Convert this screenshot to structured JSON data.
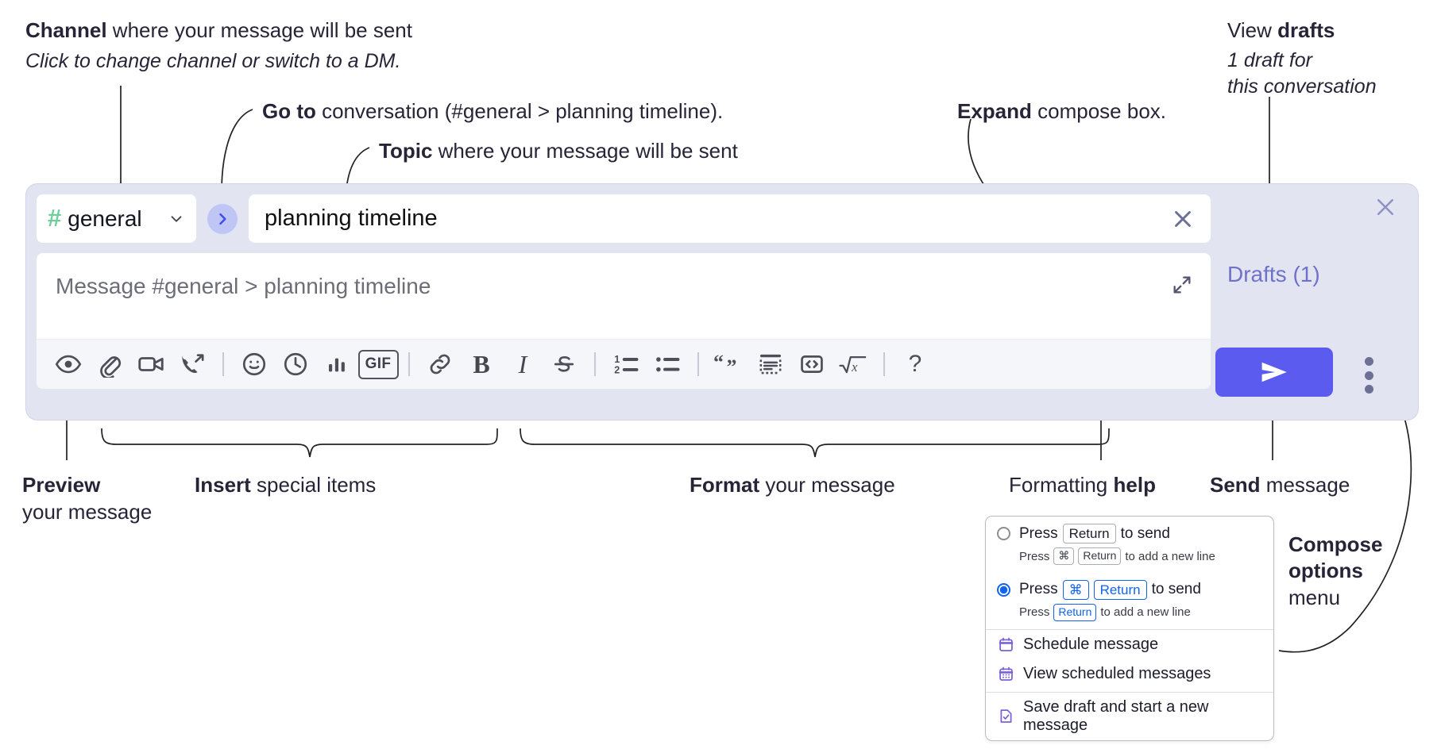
{
  "annotations": {
    "channel": {
      "bold": "Channel",
      "rest": " where your message will be sent",
      "line2": "Click to change channel or switch to a DM."
    },
    "goto": {
      "bold": "Go to",
      "rest": " conversation (#general > planning timeline)."
    },
    "topic": {
      "bold": "Topic",
      "rest": " where your message will be sent"
    },
    "expand": {
      "bold": "Expand",
      "rest": " compose box."
    },
    "drafts": {
      "pre": "View ",
      "bold": "drafts",
      "line2": "1 draft for",
      "line3": "this conversation"
    },
    "preview": {
      "bold": "Preview",
      "rest": "your message"
    },
    "insert": {
      "bold": "Insert",
      "rest": " special items"
    },
    "format": {
      "bold": "Format",
      "rest": " your message"
    },
    "help": {
      "pre": "Formatting ",
      "bold": "help"
    },
    "send": {
      "bold": "Send",
      "rest": " message"
    },
    "compose_options": {
      "bold1": "Compose",
      "bold2": "options",
      "rest": "menu"
    }
  },
  "composer": {
    "channel_name": "general",
    "channel_hash": "#",
    "go_to_title": "go-to-conversation",
    "topic_value": "planning timeline",
    "topic_clear_title": "clear-topic",
    "message_placeholder": "Message #general > planning timeline",
    "expand_title": "expand-compose-box",
    "panel_close_title": "close-composer",
    "drafts_label": "Drafts (1)",
    "send_title": "send-message",
    "kebab_title": "compose-options"
  },
  "toolbar": {
    "items": [
      {
        "name": "preview-icon",
        "label": "Preview"
      },
      {
        "name": "attachment-icon",
        "label": "Attach file"
      },
      {
        "name": "video-clip-icon",
        "label": "Record video clip"
      },
      {
        "name": "audio-clip-icon",
        "label": "Record audio clip"
      },
      {
        "name": "emoji-icon",
        "label": "Emoji"
      },
      {
        "name": "schedule-clock-icon",
        "label": "Schedule"
      },
      {
        "name": "poll-icon",
        "label": "Poll"
      },
      {
        "name": "gif-icon",
        "label": "GIF"
      },
      {
        "name": "link-icon",
        "label": "Link"
      },
      {
        "name": "bold-icon",
        "label": "B"
      },
      {
        "name": "italic-icon",
        "label": "I"
      },
      {
        "name": "strikethrough-icon",
        "label": "S"
      },
      {
        "name": "ordered-list-icon",
        "label": "Ordered list"
      },
      {
        "name": "bulleted-list-icon",
        "label": "Bulleted list"
      },
      {
        "name": "blockquote-icon",
        "label": "Blockquote"
      },
      {
        "name": "code-block-icon",
        "label": "Code block"
      },
      {
        "name": "inline-code-icon",
        "label": "Code"
      },
      {
        "name": "math-icon",
        "label": "Math"
      },
      {
        "name": "formatting-help-icon",
        "label": "?"
      }
    ],
    "gif_label": "GIF",
    "bold_label": "B",
    "italic_label": "I",
    "help_label": "?"
  },
  "menu": {
    "option1": {
      "press": "Press",
      "key": "Return",
      "suffix": "to send",
      "sub_press": "Press",
      "sub_key1": "⌘",
      "sub_key2": "Return",
      "sub_suffix": "to add a new line",
      "selected": false
    },
    "option2": {
      "press": "Press",
      "key1": "⌘",
      "key2": "Return",
      "suffix": "to send",
      "sub_press": "Press",
      "sub_key": "Return",
      "sub_suffix": "to add a new line",
      "selected": true
    },
    "items": [
      {
        "label": "Schedule message",
        "icon": "calendar-icon"
      },
      {
        "label": "View scheduled messages",
        "icon": "calendar-grid-icon"
      },
      {
        "label": "Save draft and start a new message",
        "icon": "document-check-icon"
      }
    ]
  },
  "colors": {
    "panel_bg": "#e2e4f2",
    "accent_send": "#5b5bf0",
    "drafts_text": "#6f72c8",
    "hash_green": "#6fcf9c",
    "go_circle": "#bfc6f5",
    "radio_blue": "#1264ec"
  }
}
